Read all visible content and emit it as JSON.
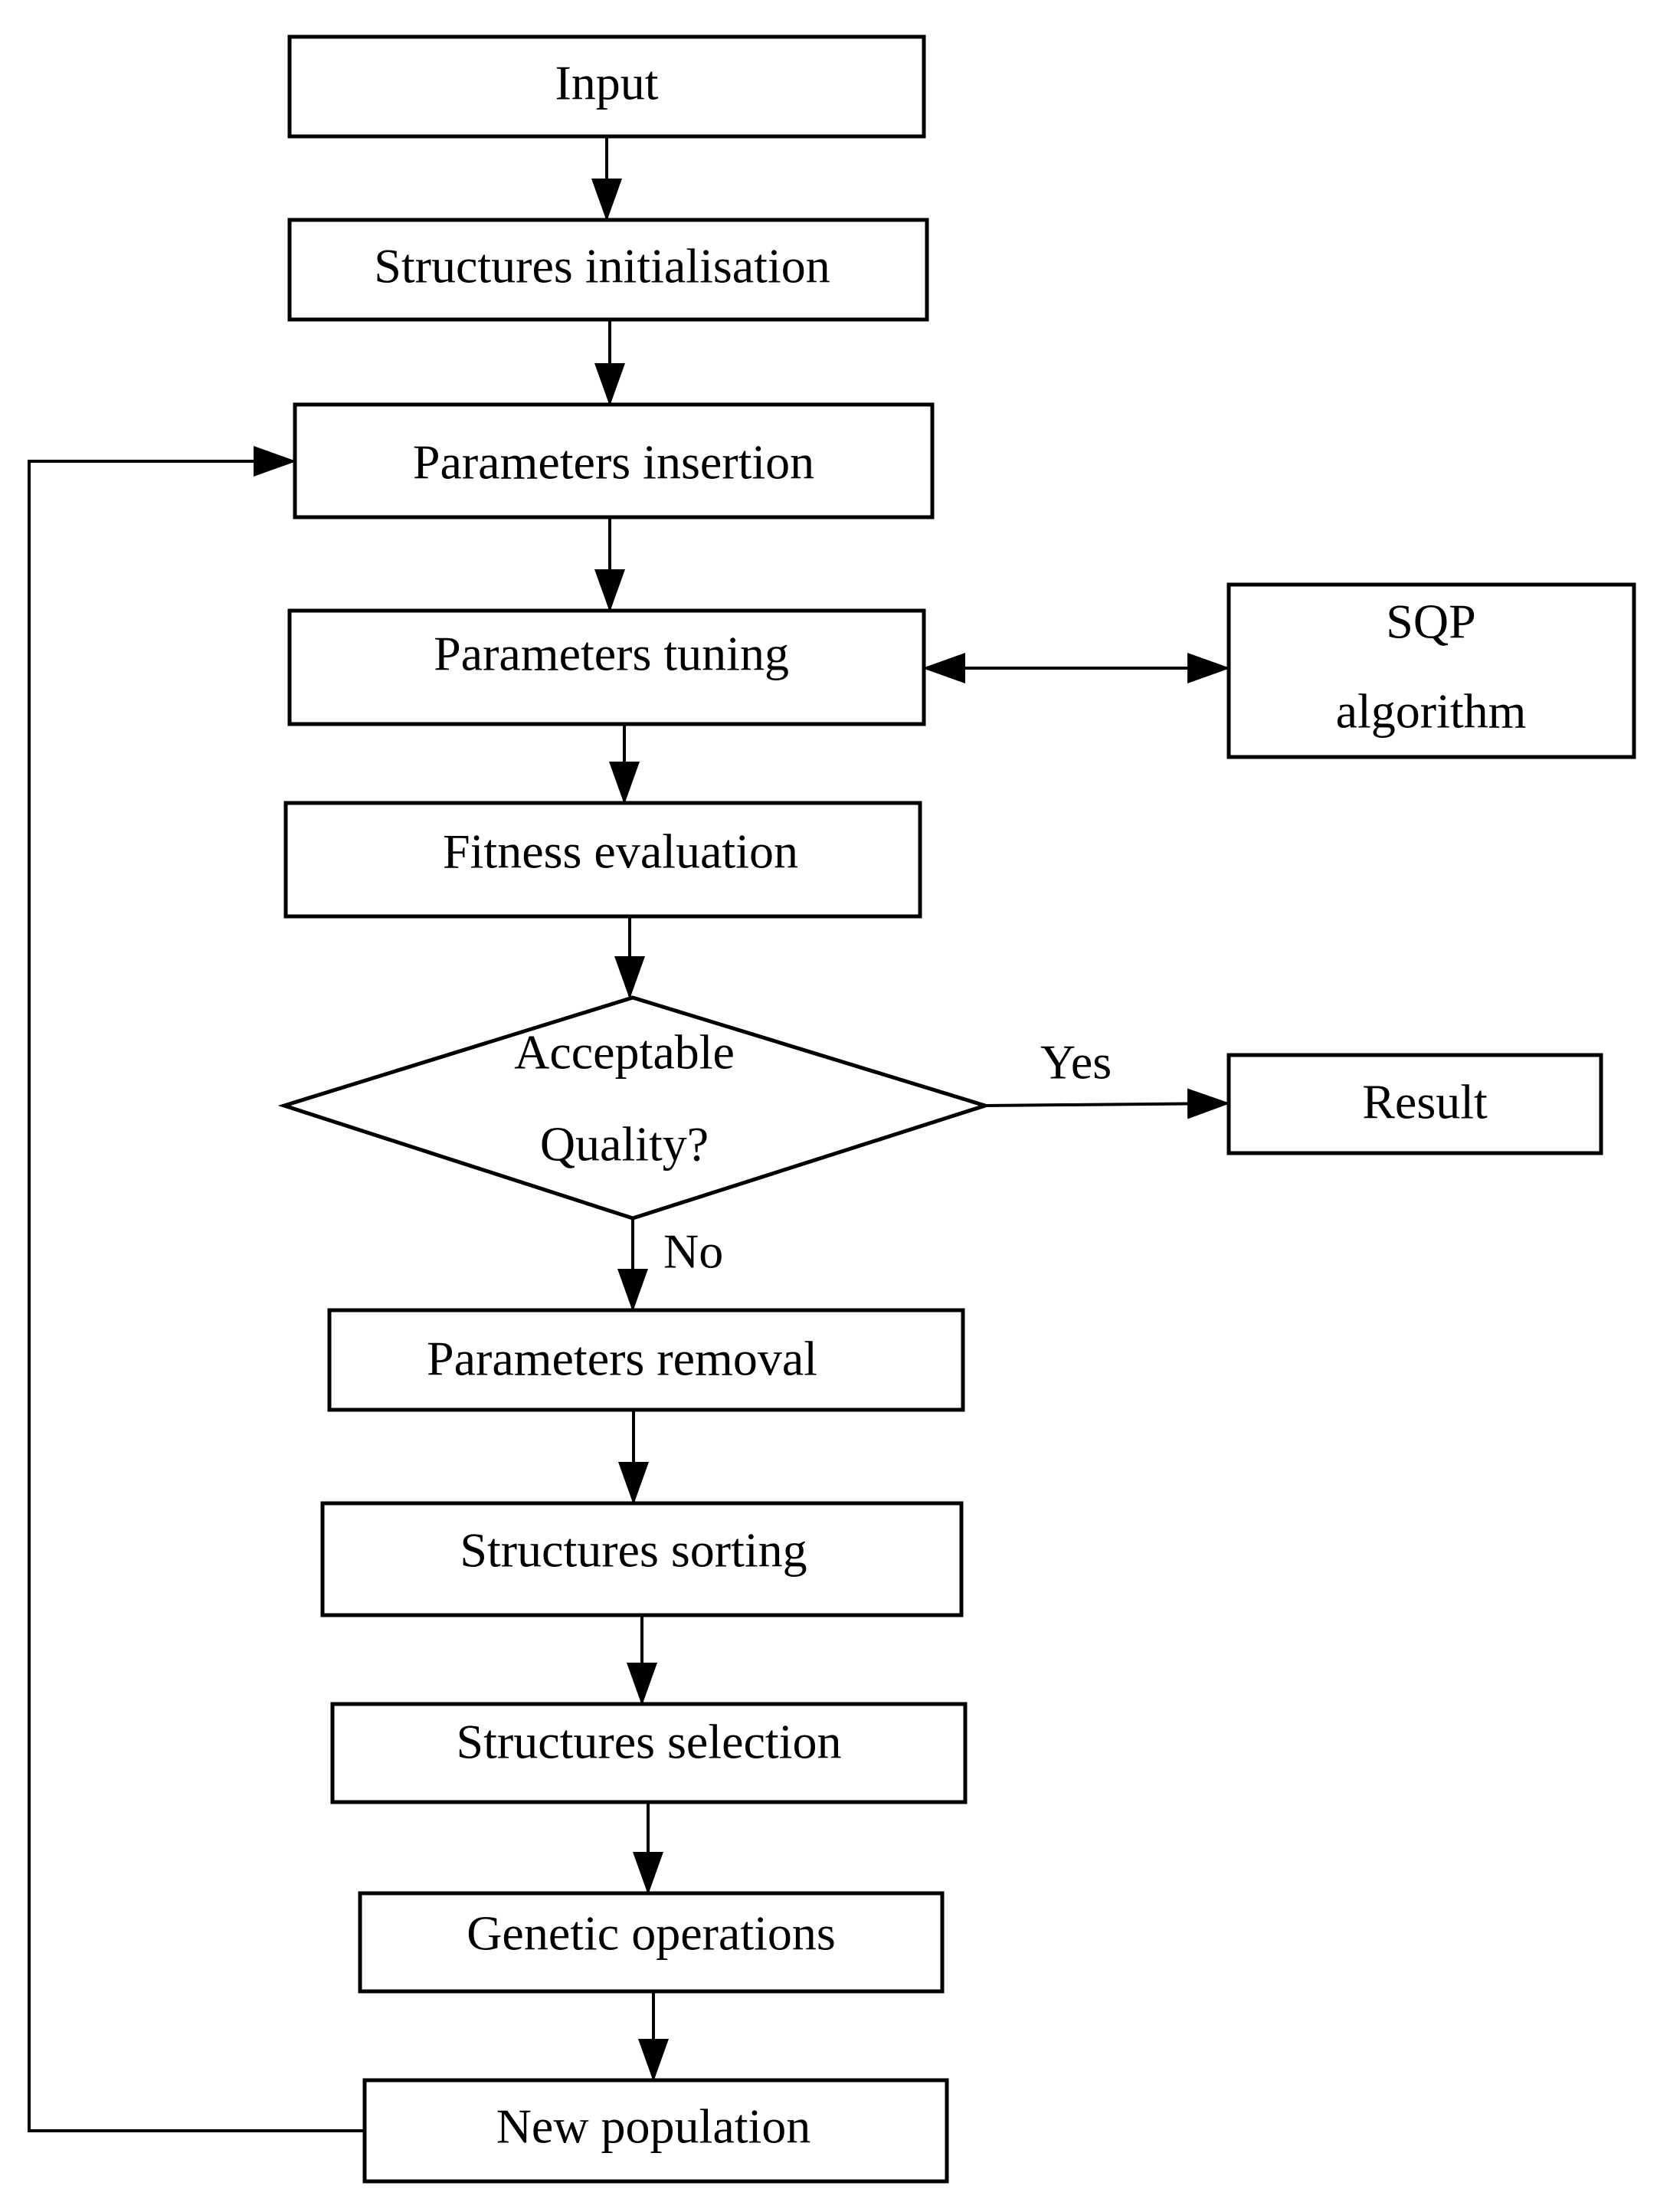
{
  "nodes": {
    "input": "Input",
    "structures_initialisation": "Structures initialisation",
    "parameters_insertion": "Parameters insertion",
    "parameters_tuning": "Parameters tuning",
    "sqp_line1": "SQP",
    "sqp_line2": "algorithm",
    "fitness_evaluation": "Fitness evaluation",
    "decision_line1": "Acceptable",
    "decision_line2": "Quality?",
    "result": "Result",
    "parameters_removal": "Parameters removal",
    "structures_sorting": "Structures sorting",
    "structures_selection": "Structures selection",
    "genetic_operations": "Genetic operations",
    "new_population": "New population"
  },
  "edges": {
    "yes_label": "Yes",
    "no_label": "No"
  },
  "colors": {
    "stroke": "#000000",
    "background": "#ffffff"
  }
}
